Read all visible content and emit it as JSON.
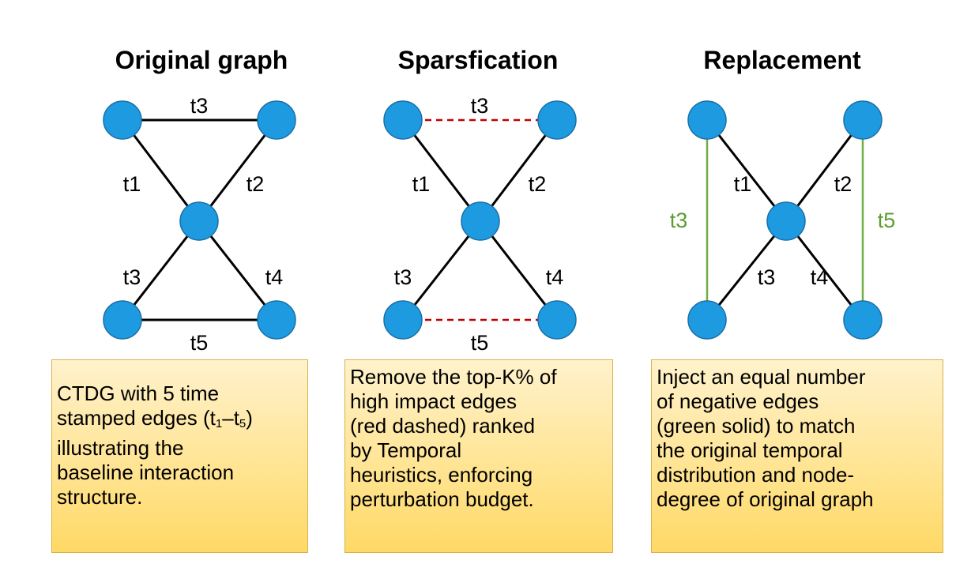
{
  "panels": [
    {
      "title": "Original graph",
      "edge_labels": {
        "top": "t3",
        "upper_left": "t1",
        "upper_right": "t2",
        "lower_left": "t3",
        "lower_right": "t4",
        "bottom": "t5"
      },
      "caption": {
        "line1": "CTDG with 5 time",
        "line2_pre": "stamped edges (t",
        "line2_sub1": "1",
        "line2_dash": "–t",
        "line2_sub2": "5",
        "line2_post": ")",
        "line3": "illustrating the",
        "line4": "baseline interaction",
        "line5": "structure."
      }
    },
    {
      "title": "Sparsfication",
      "edge_labels": {
        "top": "t3",
        "upper_left": "t1",
        "upper_right": "t2",
        "lower_left": "t3",
        "lower_right": "t4",
        "bottom": "t5"
      },
      "caption": {
        "lines": [
          "Remove the top-K% of",
          "high impact edges",
          "(red dashed) ranked",
          "by Temporal",
          "heuristics, enforcing",
          "perturbation budget."
        ]
      }
    },
    {
      "title": "Replacement",
      "edge_labels": {
        "left": "t3",
        "right": "t5",
        "upper_left": "t1",
        "upper_right": "t2",
        "lower_left": "t3",
        "lower_right": "t4"
      },
      "caption": {
        "lines": [
          "Inject an equal number",
          "of negative edges",
          "(green solid)  to match",
          "the original temporal",
          "distribution and node-",
          "degree of original graph"
        ]
      }
    }
  ],
  "colors": {
    "node_fill": "#1e9be0",
    "node_stroke": "#1a6fa8",
    "edge": "#000000",
    "removed_edge": "#c00000",
    "injected_edge": "#70ad47",
    "injected_label": "#5a9e2f",
    "caption_top": "#fff2cc",
    "caption_bottom": "#ffd966"
  }
}
